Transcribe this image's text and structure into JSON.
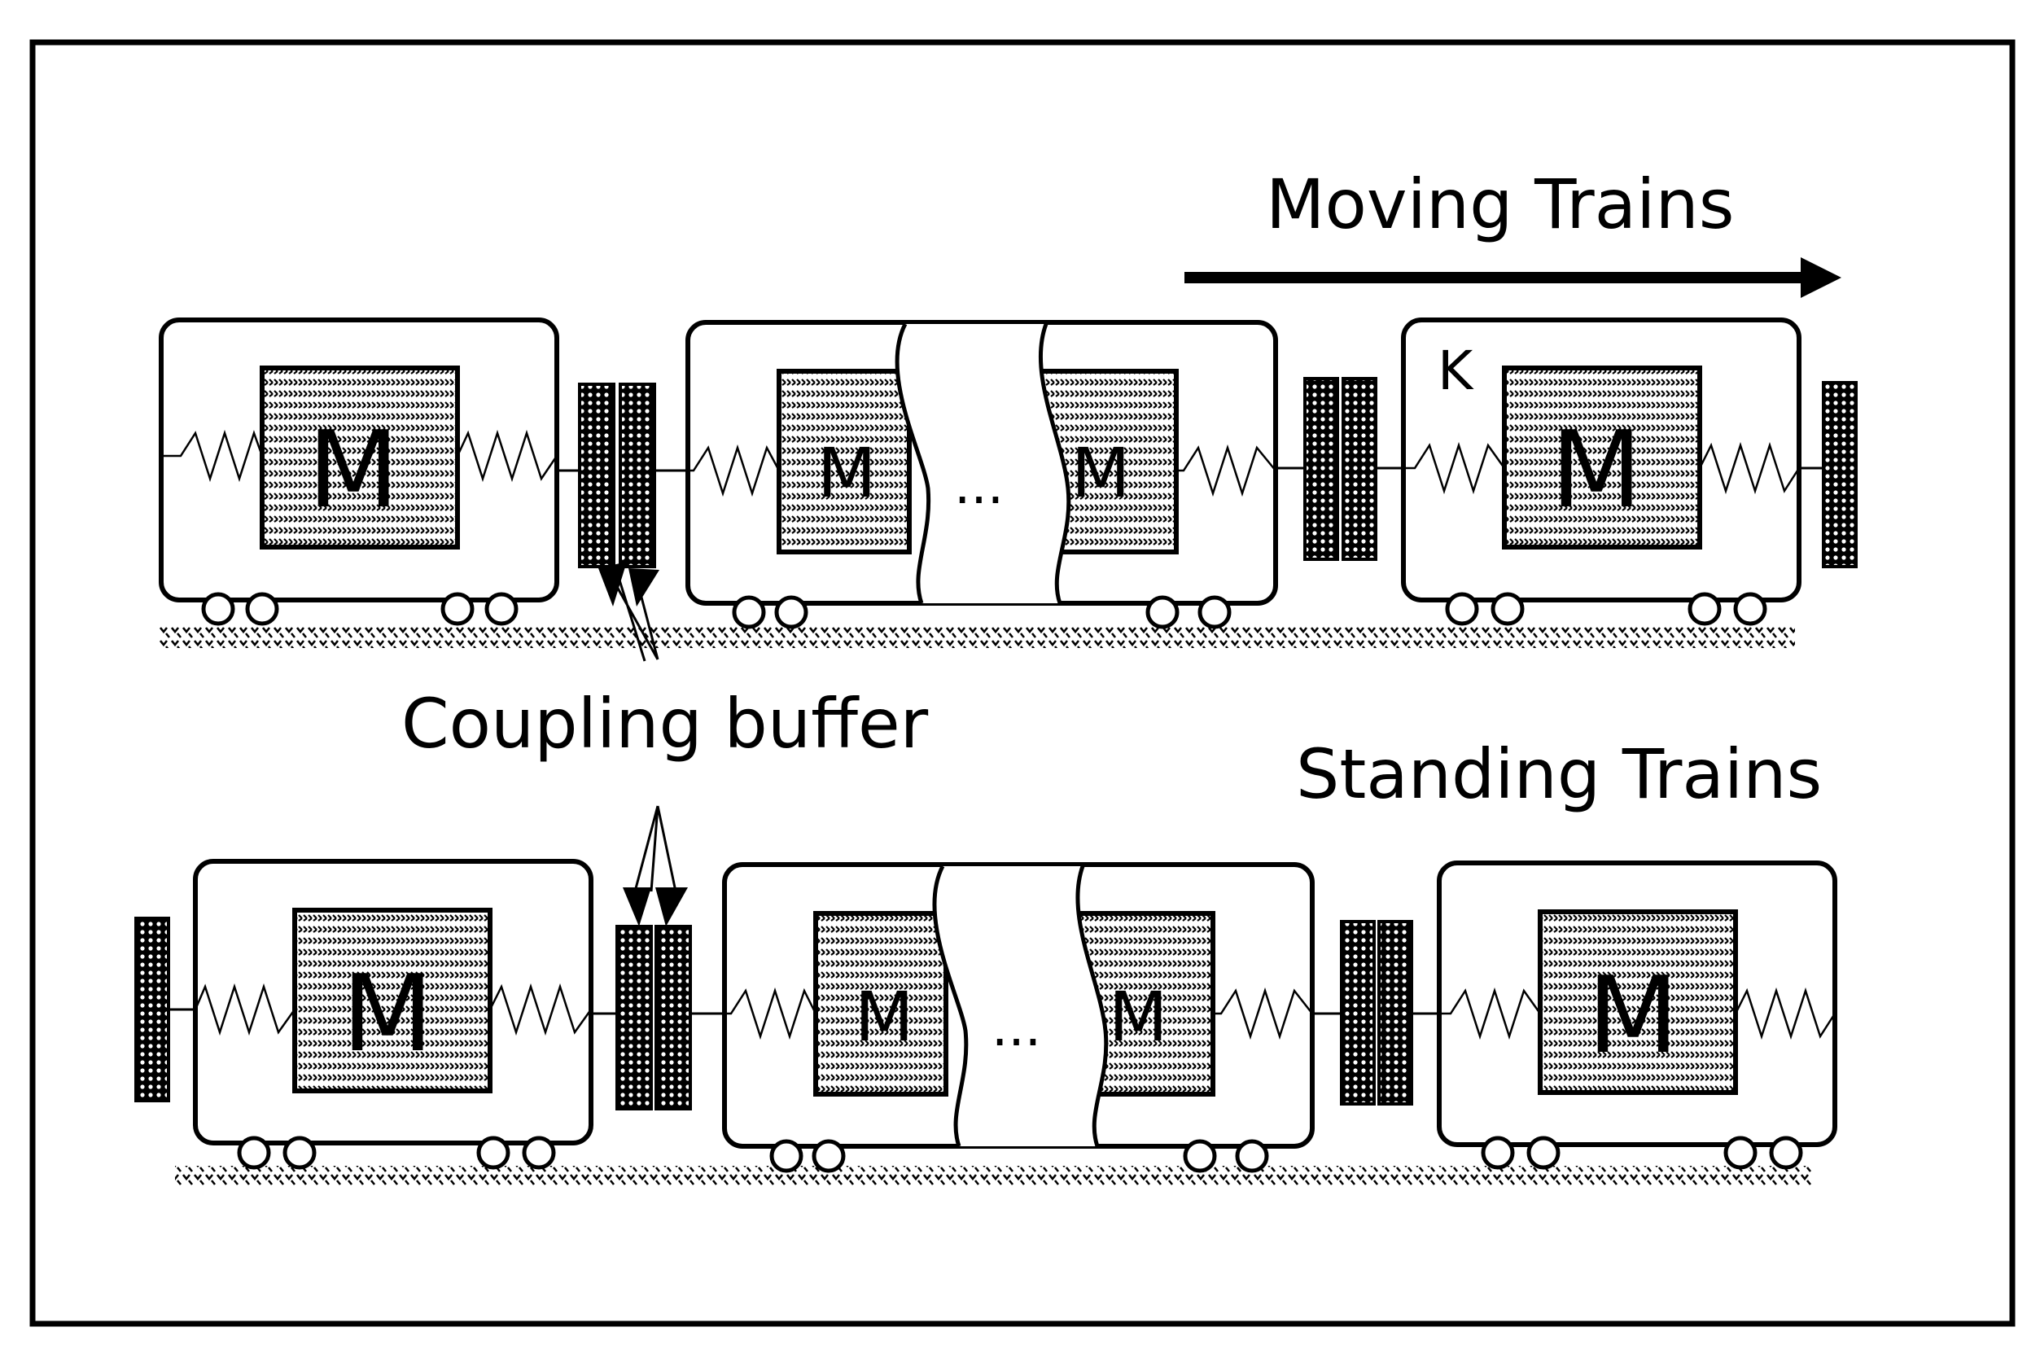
{
  "labels": {
    "moving": "Moving Trains",
    "standing": "Standing Trains",
    "coupling": "Coupling buffer",
    "stiffness": "K",
    "mass": "M",
    "ellipsis": "..."
  },
  "colors": {
    "line": "#000000",
    "background": "#ffffff"
  },
  "icons": {
    "direction": "right-arrow-icon",
    "buffer": "crosshatch-buffer-pad",
    "spring": "zigzag-spring",
    "track": "hatched-ground"
  }
}
